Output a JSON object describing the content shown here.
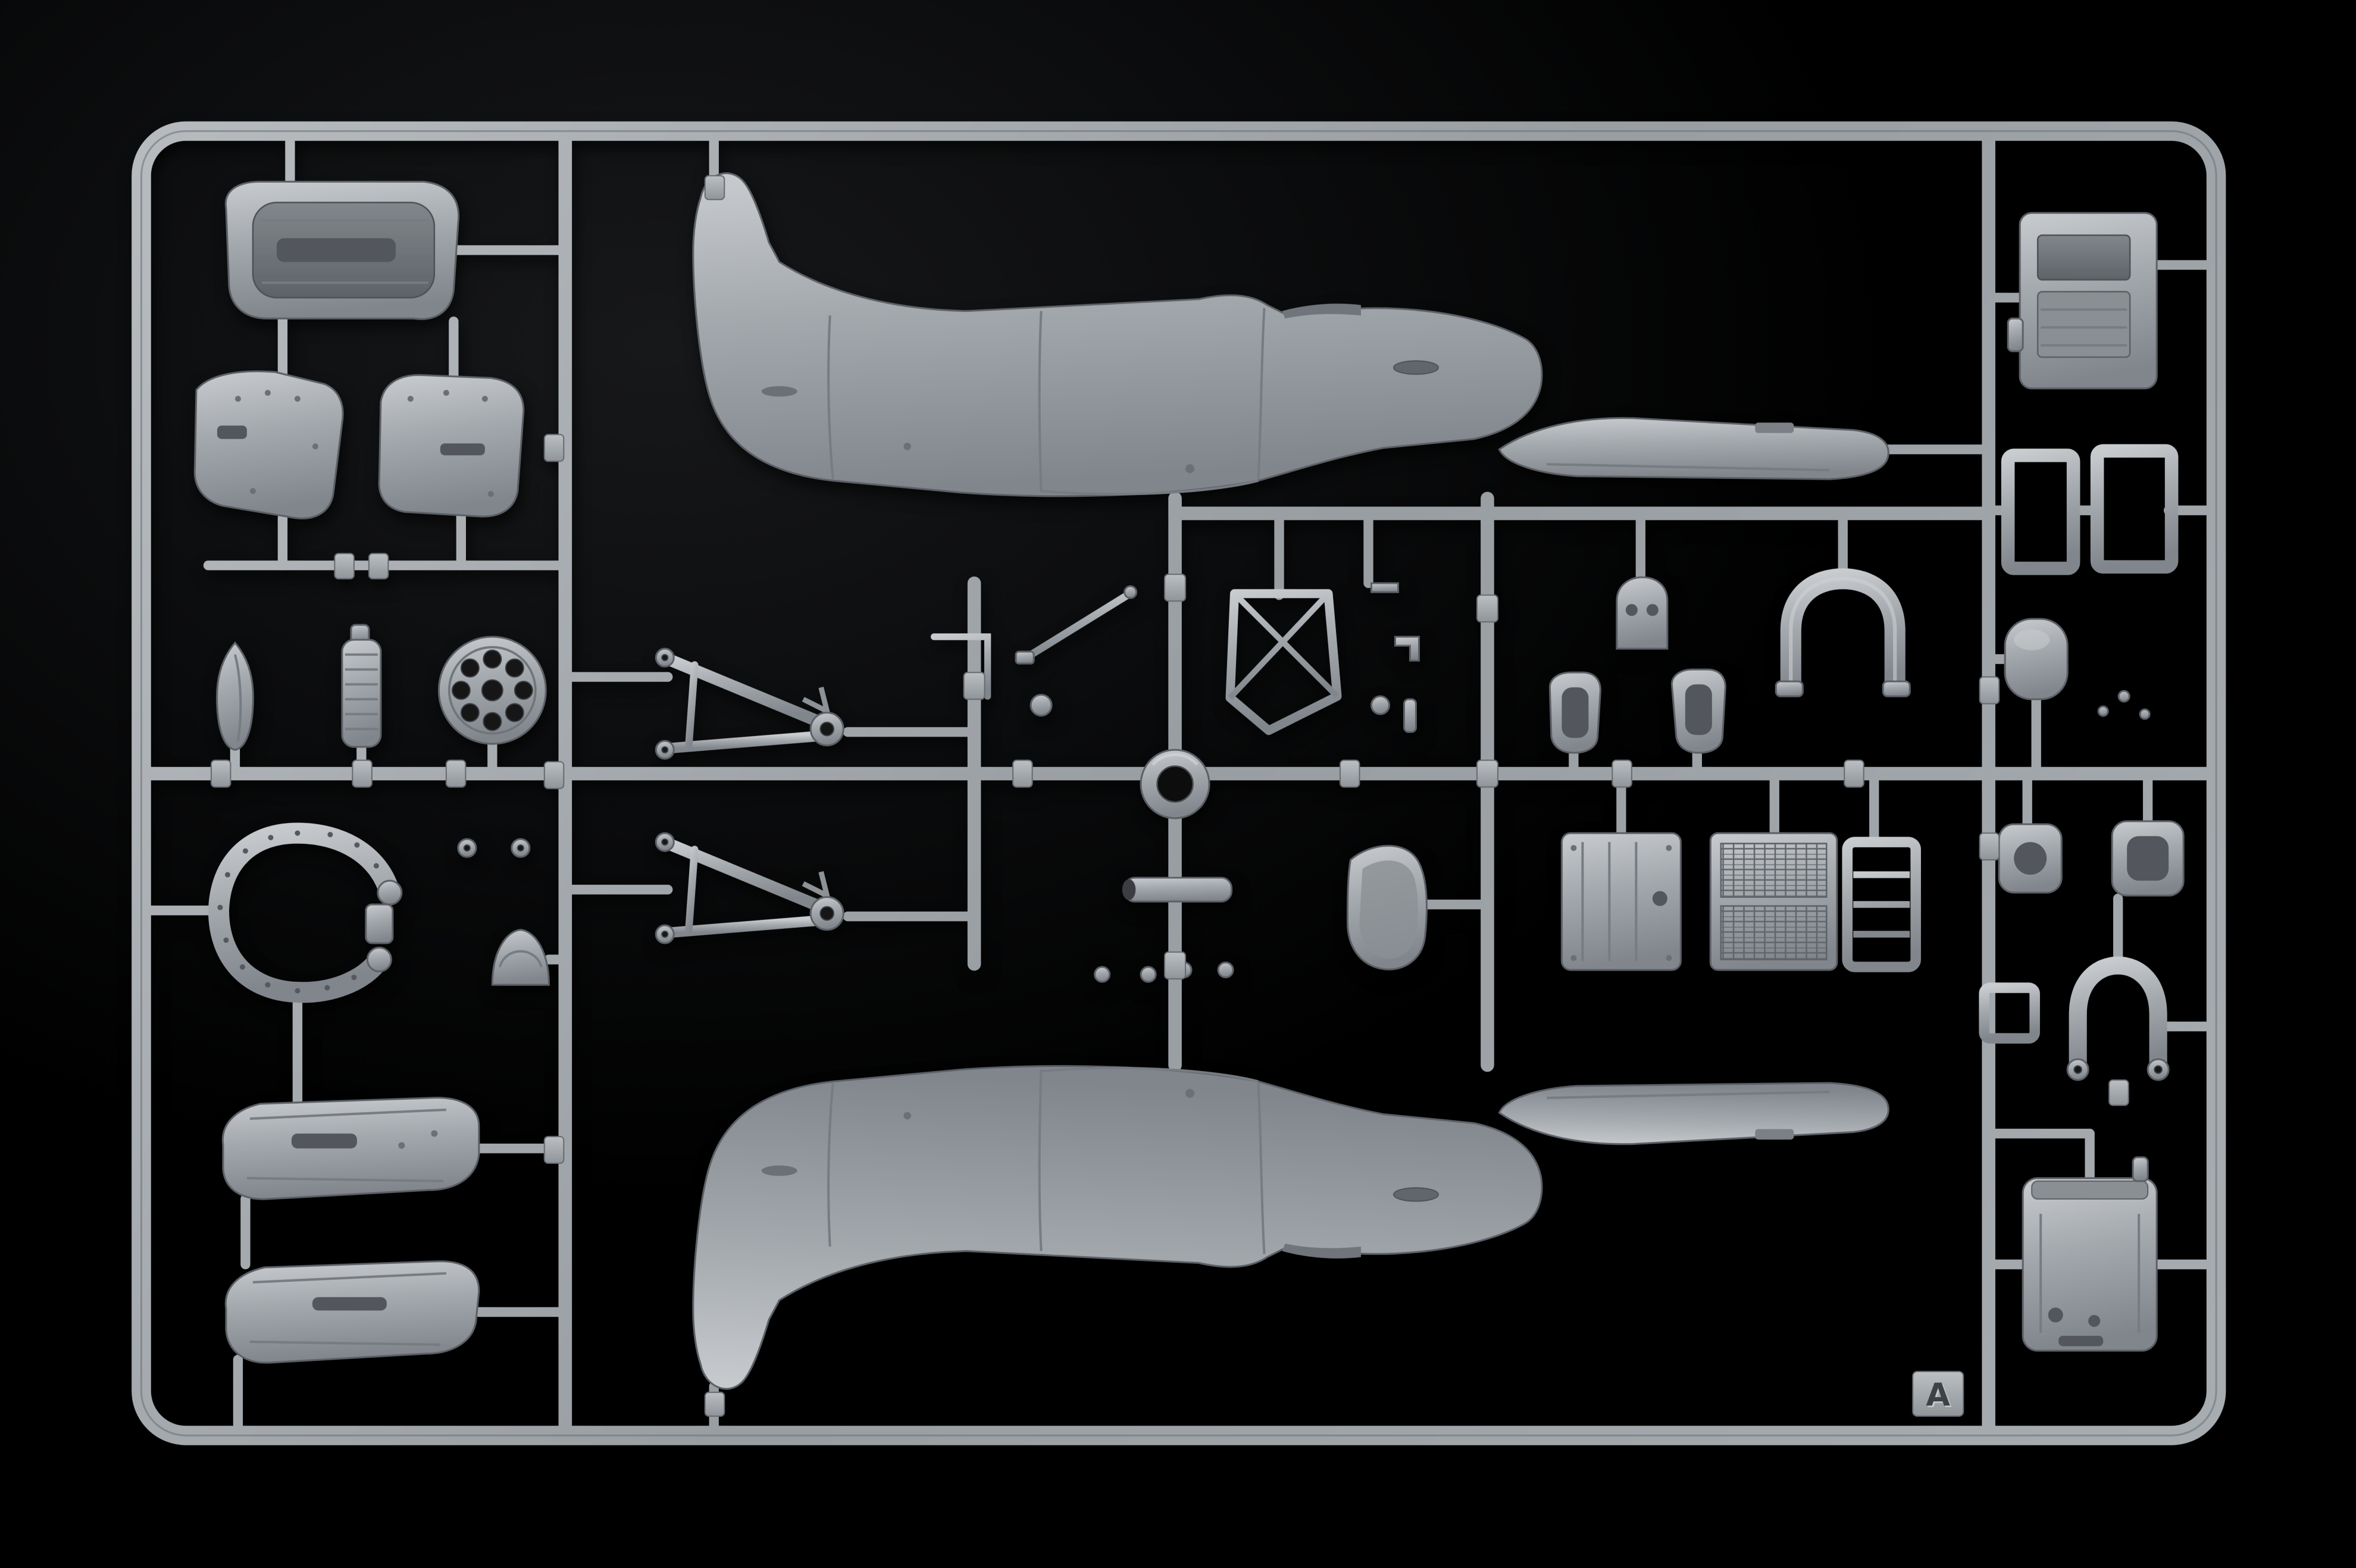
{
  "scene": {
    "type": "photograph",
    "subject": "Injection-molded polystyrene model aircraft sprue (parts tree) on a black background",
    "sprue_letter": "A",
    "colors": {
      "background": "#050607",
      "plastic": "#a9aeb3",
      "plastic_highlight": "#c9cccf",
      "plastic_shadow": "#7c8187",
      "recess": "#53575c"
    }
  },
  "parts": [
    {
      "name": "fuselage-half-upper",
      "label": "Fuselage half (upper)"
    },
    {
      "name": "fuselage-half-lower",
      "label": "Fuselage half (lower, mirrored)"
    },
    {
      "name": "wing-root-fairing-upper",
      "label": "Wing root fairing strip (upper)"
    },
    {
      "name": "wing-root-fairing-lower",
      "label": "Wing root fairing strip (lower)"
    },
    {
      "name": "engine-cowling-top",
      "label": "Engine cowling top shell"
    },
    {
      "name": "cowling-panel-left",
      "label": "Cowling side panel (left)"
    },
    {
      "name": "cowling-panel-right",
      "label": "Cowling side panel (right)"
    },
    {
      "name": "cowling-panel-lower-front",
      "label": "Lower cowling panel (front)"
    },
    {
      "name": "cowling-panel-lower-rear",
      "label": "Lower cowling panel (rear)"
    },
    {
      "name": "spinner-backplate",
      "label": "Spinner backplate / teardrop fairing"
    },
    {
      "name": "ribbed-housing",
      "label": "Ribbed supercharger housing"
    },
    {
      "name": "wheel-hub",
      "label": "Wheel hub disc with lightening holes"
    },
    {
      "name": "engine-mount-frame",
      "label": "Horseshoe engine mount frame"
    },
    {
      "name": "dome-fairing",
      "label": "Dome fairing"
    },
    {
      "name": "landing-gear-strut-upper",
      "label": "Landing gear strut assembly (upper)"
    },
    {
      "name": "landing-gear-strut-lower",
      "label": "Landing gear strut assembly (lower)"
    },
    {
      "name": "aerial-mast",
      "label": "Aerial mast"
    },
    {
      "name": "pitot-tube",
      "label": "Pitot tube"
    },
    {
      "name": "center-ring",
      "label": "Ring / grommet part"
    },
    {
      "name": "radio-rack",
      "label": "Radio rack frame with cross bracing"
    },
    {
      "name": "pilot-seat",
      "label": "Pilot seat"
    },
    {
      "name": "instrument-panel",
      "label": "Instrument panel"
    },
    {
      "name": "windscreen-frame",
      "label": "Windscreen arch frame"
    },
    {
      "name": "intake-scoop-left",
      "label": "Intake scoop (left)"
    },
    {
      "name": "intake-scoop-right",
      "label": "Intake scoop (right)"
    },
    {
      "name": "cockpit-door",
      "label": "Cockpit door panel"
    },
    {
      "name": "radiator-core",
      "label": "Radiator core block"
    },
    {
      "name": "frame-ladder",
      "label": "Ladder frame panel"
    },
    {
      "name": "access-hatch",
      "label": "Access hatch housing"
    },
    {
      "name": "window-frame-1",
      "label": "Rectangular open frame 1"
    },
    {
      "name": "window-frame-2",
      "label": "Rectangular open frame 2"
    },
    {
      "name": "oval-fairing",
      "label": "Oval fairing blister"
    },
    {
      "name": "antenna-set",
      "label": "Small antenna / lever set"
    },
    {
      "name": "small-cup-left",
      "label": "Small cup part (left)"
    },
    {
      "name": "small-cup-right",
      "label": "Small cup part (right)"
    },
    {
      "name": "square-frame",
      "label": "Small square open frame"
    },
    {
      "name": "tailwheel-yoke",
      "label": "Tailwheel yoke"
    },
    {
      "name": "radiator-housing",
      "label": "Radiator housing box"
    },
    {
      "name": "part-number-tabs",
      "label": "Embossed part-number tabs on runners"
    }
  ]
}
